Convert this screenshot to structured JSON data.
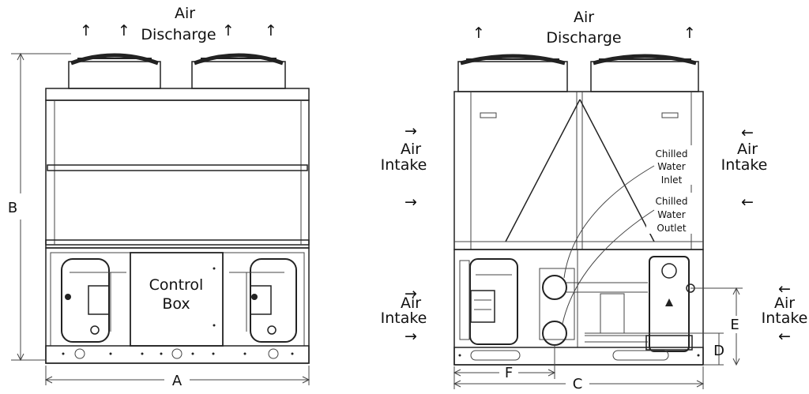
{
  "front_view": {
    "air_discharge": [
      "Air",
      "Discharge"
    ],
    "control_box": [
      "Control",
      "Box"
    ],
    "dim_width": "A",
    "dim_height": "B"
  },
  "side_view": {
    "air_discharge": [
      "Air",
      "Discharge"
    ],
    "air_intake": [
      "Air",
      "Intake"
    ],
    "chilled_water_inlet": [
      "Chilled",
      "Water",
      "Inlet"
    ],
    "chilled_water_outlet": [
      "Chilled",
      "Water",
      "Outlet"
    ],
    "dim_c": "C",
    "dim_d": "D",
    "dim_e": "E",
    "dim_f": "F"
  },
  "arrows": {
    "up": "↑",
    "right": "→",
    "left": "←"
  }
}
